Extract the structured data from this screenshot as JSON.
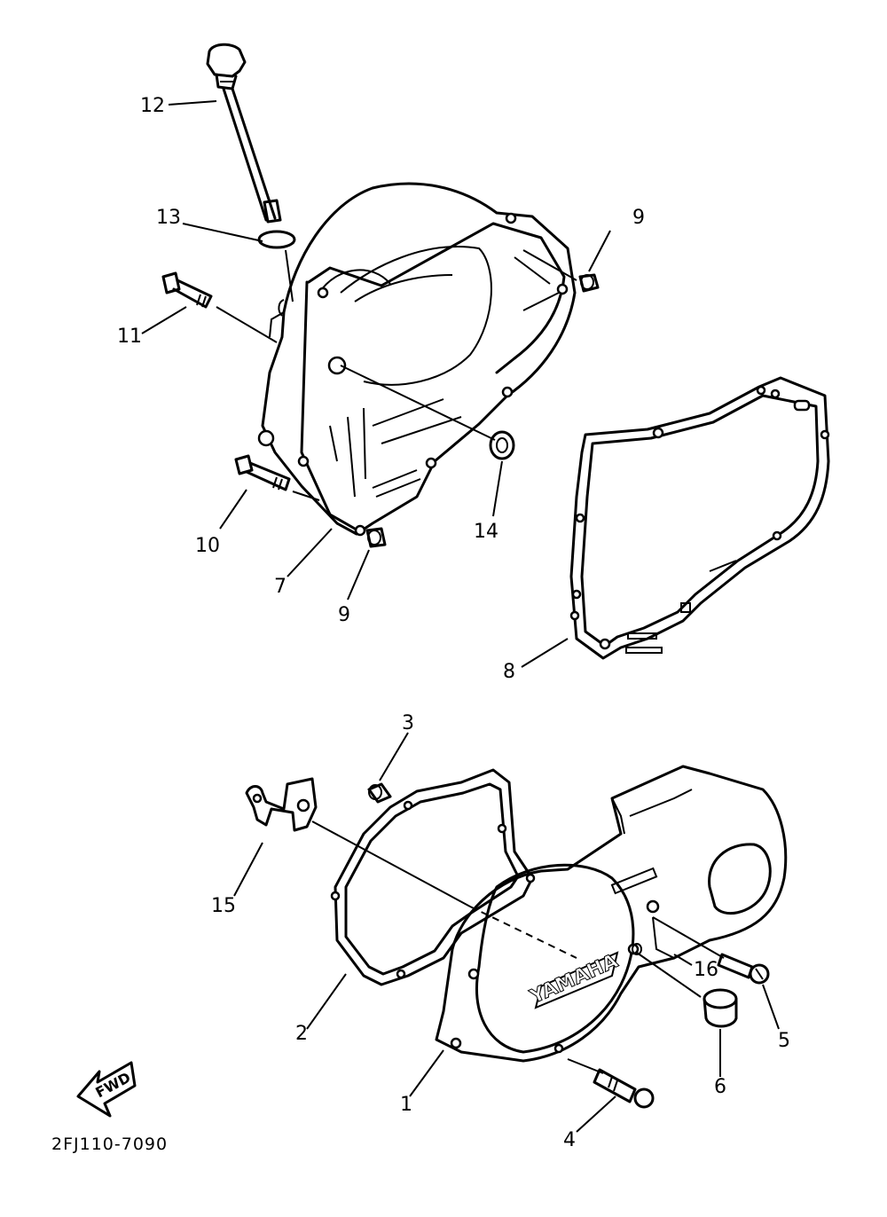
{
  "diagram": {
    "code": "2FJ110-7090",
    "fwd_label": "FWD",
    "brand_label": "YAMAHA",
    "callouts": {
      "c1": "1",
      "c2": "2",
      "c3": "3",
      "c4": "4",
      "c5": "5",
      "c6": "6",
      "c7": "7",
      "c8": "8",
      "c9a": "9",
      "c9b": "9",
      "c10": "10",
      "c11": "11",
      "c12": "12",
      "c13": "13",
      "c14": "14",
      "c15": "15",
      "c16": "16"
    }
  }
}
